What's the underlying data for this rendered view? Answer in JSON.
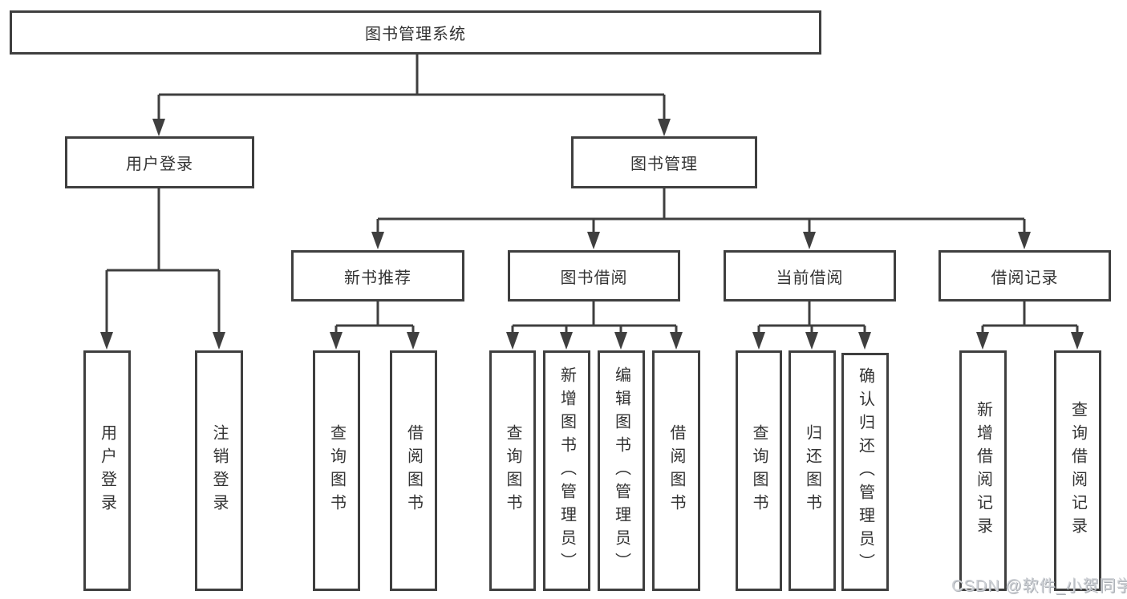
{
  "tree": {
    "root": {
      "label": "图书管理系统"
    },
    "children": [
      {
        "label": "用户登录",
        "children": [
          {
            "label": "用户登录"
          },
          {
            "label": "注销登录"
          }
        ]
      },
      {
        "label": "图书管理",
        "children": [
          {
            "label": "新书推荐",
            "children": [
              {
                "label": "查询图书"
              },
              {
                "label": "借阅图书"
              }
            ]
          },
          {
            "label": "图书借阅",
            "children": [
              {
                "label": "查询图书"
              },
              {
                "label": "新增图书（管理员）"
              },
              {
                "label": "编辑图书（管理员）"
              },
              {
                "label": "借阅图书"
              }
            ]
          },
          {
            "label": "当前借阅",
            "children": [
              {
                "label": "查询图书"
              },
              {
                "label": "归还图书"
              },
              {
                "label": "确认归还（管理员）"
              }
            ]
          },
          {
            "label": "借阅记录",
            "children": [
              {
                "label": "新增借阅记录"
              },
              {
                "label": "查询借阅记录"
              }
            ]
          }
        ]
      }
    ]
  },
  "watermark": "CSDN @软件_小贺同学",
  "colors": {
    "line": "#3f3f3f",
    "box_fill": "#ffffff",
    "text": "#333333",
    "watermark": "#ced1d6"
  }
}
